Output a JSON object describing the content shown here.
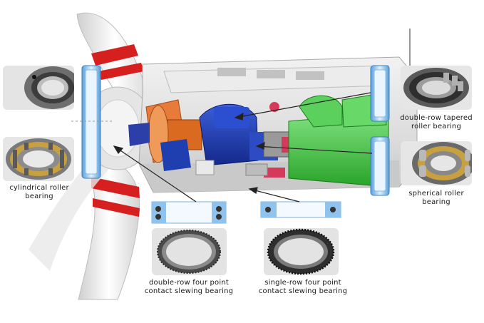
{
  "labels": {
    "cylindrical": {
      "line1": "cylindrical roller",
      "line2": "bearing"
    },
    "double_row_tapered": {
      "line1": "double-row tapered",
      "line2": "roller bearing"
    },
    "spherical": {
      "line1": "spherical roller",
      "line2": "bearing"
    },
    "double_row_four_point": {
      "line1": "double-row four point",
      "line2": "contact slewing bearing"
    },
    "single_row_four_point": {
      "line1": "single-row four point",
      "line2": "contact slewing bearing"
    }
  },
  "colors": {
    "blade_red": "#d62020",
    "gearbox_blue": "#1f3fb0",
    "generator_green": "#3dbf3d",
    "hub_orange": "#e87a3a",
    "bearing_blue": "#7ab8e8",
    "nacelle_grey": "#d9d9d9"
  }
}
